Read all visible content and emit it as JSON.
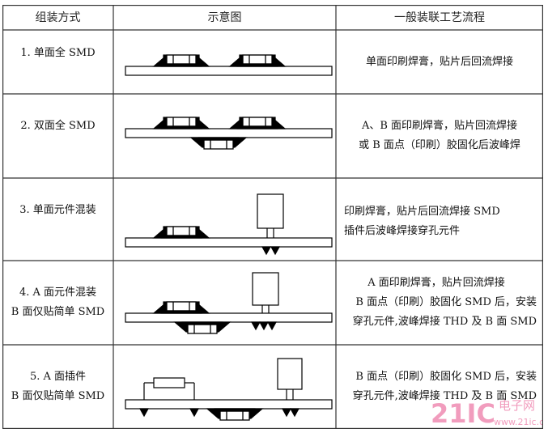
{
  "headers": {
    "method": "组装方式",
    "diagram": "示意图",
    "process": "一般装联工艺流程"
  },
  "rows": [
    {
      "method": [
        "1.  单面全 SMD"
      ],
      "process": [
        "单面印刷焊膏，贴片后回流焊接"
      ]
    },
    {
      "method": [
        "2.  双面全 SMD"
      ],
      "process": [
        "A、B 面印刷焊膏，贴片回流焊接",
        "或 B 面点（印刷）胶固化后波峰焊"
      ]
    },
    {
      "method": [
        "3.  单面元件混装"
      ],
      "process": [
        "印刷焊膏，贴片后回流焊接 SMD",
        "插件后波峰焊接穿孔元件"
      ]
    },
    {
      "method": [
        "4.  A 面元件混装",
        "B 面仅贴简单 SMD"
      ],
      "process": [
        "A 面印刷焊膏，贴片回流焊接",
        "B 面点（印刷）胶固化 SMD 后，安装",
        "穿孔元件,波峰焊接 THD 及 B 面 SMD"
      ]
    },
    {
      "method": [
        "5.  A 面插件",
        "B 面仅贴简单 SMD"
      ],
      "process": [
        "B 面点（印刷）胶固化 SMD 后，安装",
        "穿孔元件,波峰焊接 THD 及 B 面 SMD"
      ]
    }
  ],
  "watermark": {
    "main": "21IC",
    "cn": "电子网",
    "url": "www.21ic.com"
  }
}
